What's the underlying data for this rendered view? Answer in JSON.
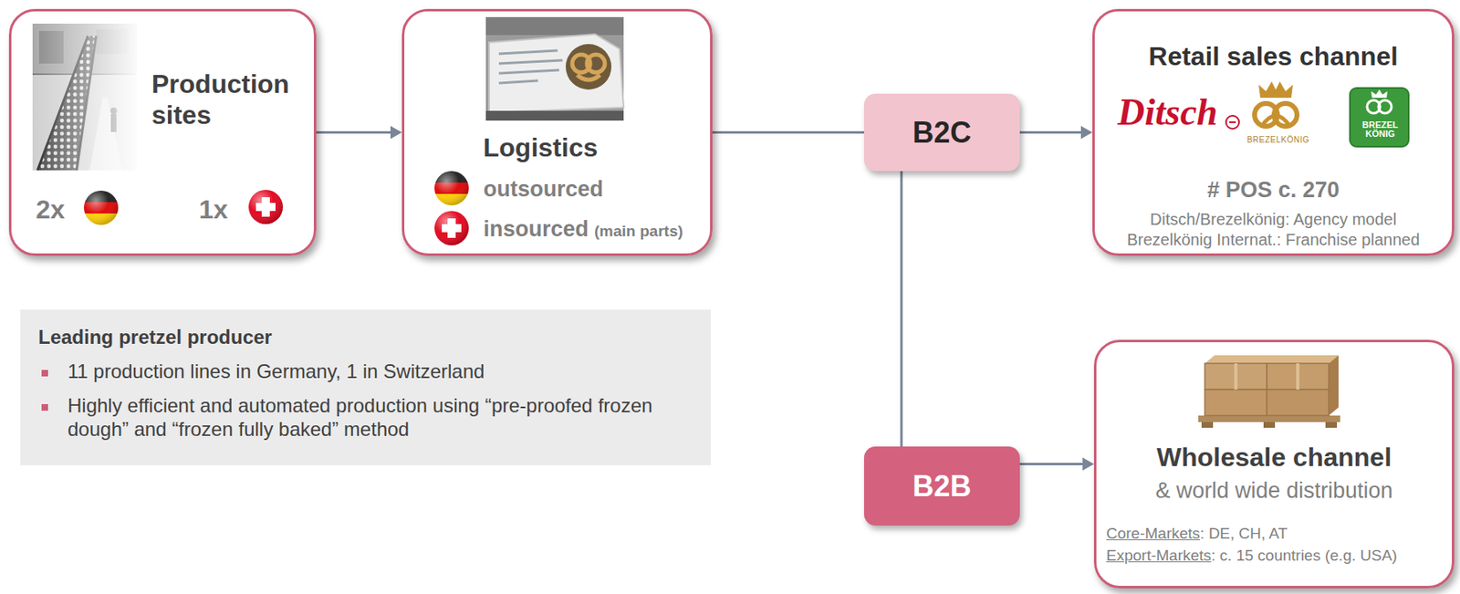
{
  "diagram": {
    "nodes": [
      {
        "text": [
          "Production sites",
          "2x",
          "1x"
        ]
      },
      {
        "text": [
          "Logistics",
          "outsourced",
          "insourced",
          "(main parts)"
        ]
      },
      {
        "text": [
          "B2C"
        ]
      },
      {
        "text": [
          "Retail sales channel",
          "Ditsch",
          "BREZELKÖNIG",
          "BREZEL KÖNIG",
          "# POS c. 270",
          "Ditsch/Brezelkönig: Agency model",
          "Brezelkönig Internat.: Franchise planned"
        ]
      },
      {
        "text": [
          "B2B"
        ]
      },
      {
        "text": [
          "Wholesale channel",
          "& world wide distribution",
          "Core-Markets",
          ": DE, CH, AT",
          "Export-Markets",
          ": c. 15 countries (e.g. USA)"
        ]
      },
      {
        "text": [
          "Leading pretzel producer",
          "11 production lines in Germany, 1 in Switzerland",
          "Highly efficient and automated production using “pre-proofed frozen dough” and “frozen fully baked” method"
        ]
      }
    ],
    "edges": [
      {
        "from": 0,
        "to": 1,
        "arrow": "to"
      },
      {
        "from": 1,
        "to": 2,
        "arrow": "none"
      },
      {
        "from": 2,
        "to": 3,
        "arrow": "to"
      },
      {
        "from": 2,
        "to": 4,
        "arrow": "none"
      },
      {
        "from": 4,
        "to": 5,
        "arrow": "to"
      }
    ]
  }
}
